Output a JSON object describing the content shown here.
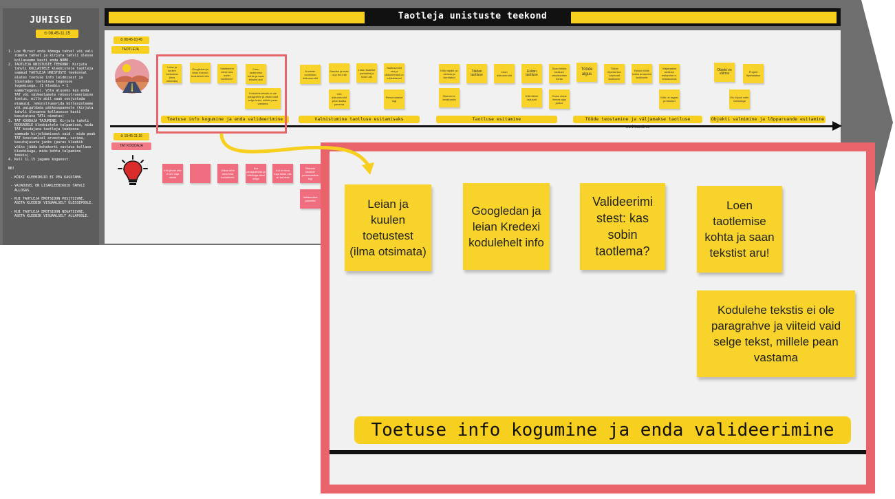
{
  "header": {
    "title": "Taotleja unistuste teekond"
  },
  "instructions": {
    "title": "JUHISED",
    "time": "⏲ 08.45-11.15",
    "body": "1. Loe Miroot enda kõmega tahvel või vali\n   rümeta tahvel ja kirjuta tahvli ülesse\n   kollaseeme kasti enda NOMO.\n2. TAOTLEJA UNISTUSTE TEEKOND: Kirjuta\n   tahvli KOLLASTELE kleebistele taotleja\n   sammud TAOTLEJA UNISTUSTE teekonnal\n   alates toetuse info leidmisest ja\n   lõpetades toetatava tegevuse\n   tegemisega. (1 kleebis = 1\n   samm/tegevus). Võta aluseks kas enda\n   TAT või väikeelamete rekonstrueerimine\n   toetus, mille abil saab soojustada\n   elamuid, rekonstrueerida küttesüsteeme\n   või paigaldada päikesepaneele (kirjuta\n   tahvli ülesanne kollasesse kasti\n   kasutatava TATi nimetus)\n3. TAT KOODAJA TAJUMINE: Kirjuta tahvli\n   ROOSADELE kleebistele talpamised, mida\n   TAT koodajana taotleja teekonna\n   sammude kirjeldamisest said - mida peab\n   TAT koostamisel arvestama, sarima,\n   kasutajasata jaoks (paras kleebik\n   võiks jääda kohakorti vastava kollase\n   kleebikuga, mida kohta talpamine\n   tekkis).\n4. Kell 11.15 jagame koganust.\n\nNB!\n\n - KÕIKI KLEEBIKUID EI PEA KASUTAMA.\n\n - VAJADUSEL ON LISAKLEEBIKUID TAHVLI\n   ALLOSAS.\n\n - KUI TAOTLEJA EMOTSIOON POSITIIVNE,\n   ASETA KLEEBIK VISUAALSELT ÜLESSEPOOLE.\n\n - KUI TAOTLEJA EMOTSIOON NEGATIIVNE,\n   ASETA KLEEBIK VISUAALSELT ALLAPOOLE."
  },
  "lanes": {
    "applicant": {
      "time": "⏲ 08:45-10:45",
      "label": "TAOTLEJA"
    },
    "grantor": {
      "time": "⏲ 10:45-11:15",
      "label": "TAT KOODAJA"
    }
  },
  "small_stickies": [
    "Leian ja kuulen toetustest (ilma otsimata)",
    "Googledan ja leian Kredexi kodulehelt info",
    "Valideerimi stest: kas sobin taotlema?",
    "Loen taotlemise kohta ja saan tekstist aru!",
    "Kodulehe tekstis ei ole paragrahve ja viiteid vaid selge tekst, millele pean vastama",
    "Koostan vormistan dokumendid",
    "Saadan ja leian oi ja teo infit",
    "Vöö dokumendid pean kokku panema",
    "Leian lisainfot portaalist ja küsin abi",
    "Taotlusvormi osa ja dokumendid on mõistetavad",
    "Personaalsed tugi",
    "Kõik vajalik on olemas ja kinnitatud",
    "Sisenen e-keskkonda",
    "Täidan taotluse",
    "Lisan dokumendid",
    "Esitan taotluse",
    "Kõik läheb ladusalt",
    "Saan infoks taotluse rahuldamise kohta",
    "Ootus otsus ilmnes ajas jaotus",
    "Tööde algus",
    "Tööde lõpetamise vastavalt taotlusele",
    "Esitan tööde kohta aruanded taotlusele",
    "Väljamakse taotluse esitamine e-keskkonnas",
    "Kõik on tagasi ja tasutud",
    "Objekt on valmis",
    "Projekt lõpetatakse",
    "Elu lõpuni selle toetusega"
  ],
  "pink_stickies": [
    "Info jõuab ette ei ole vaja otsida",
    "",
    "Lihtne teha oma infot kodulehele",
    "Ära paragrahvide ja viidetega tekst selge",
    "Kui on ilma lugu tekst, siis on ka leida",
    "Pikkade tekstide personaalsus tugi",
    "Valideeritud paneelid"
  ],
  "phases": [
    "Toetuse info kogumine ja enda valideerimine",
    "Valmistumine taotluse esitamiseks",
    "Taotluse esitamine",
    "Tööde teostamine ja väljamakse taotluse esitamine",
    "Objekti valmimine ja lõpparuande esitamine"
  ],
  "zoom": {
    "stickies": [
      "Leian ja kuulen toetustest (ilma otsimata)",
      "Googledan ja leian Kredexi kodulehelt info",
      "Valideerimi stest: kas sobin taotlema?",
      "Loen taotlemise kohta ja saan tekstist aru!",
      "Kodulehe tekstis ei ole paragrahve ja viiteid vaid selge tekst, millele pean vastama"
    ],
    "phase": "Toetuse info kogumine ja enda valideerimine"
  },
  "colors": {
    "accent_yellow": "#f7cf1e",
    "highlight_red": "#e8646a",
    "board_gray": "#5d5d5d",
    "pink": "#ef6d7f"
  },
  "icons": [
    "clock-icon",
    "road-sunset-icon",
    "lightbulb-icon",
    "curved-arrow-icon"
  ]
}
